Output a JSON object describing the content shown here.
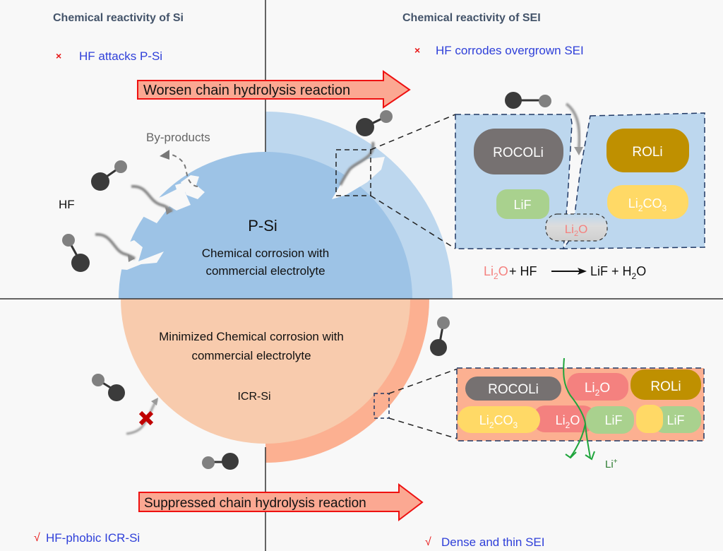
{
  "quadrants": {
    "top_left_title": "Chemical reactivity of Si",
    "top_right_title": "Chemical reactivity of SEI",
    "top_left_point": {
      "mark": "×",
      "text": "HF attacks P-Si"
    },
    "top_right_point": {
      "mark": "×",
      "text": "HF corrodes overgrown SEI"
    },
    "bottom_left_point": {
      "mark": "√",
      "text": "HF-phobic ICR-Si"
    },
    "bottom_right_point": {
      "mark": "√",
      "text": "Dense and thin SEI"
    }
  },
  "arrows": {
    "top": "Worsen chain hydrolysis reaction",
    "bottom": "Suppressed chain hydrolysis reaction"
  },
  "top_particle": {
    "name": "P-Si",
    "description_line1": "Chemical corrosion with",
    "description_line2": "commercial electrolyte",
    "hf_label": "HF",
    "byproducts_label": "By-products"
  },
  "bottom_particle": {
    "name": "ICR-Si",
    "description_line1": "Minimized Chemical corrosion with",
    "description_line2": "commercial electrolyte"
  },
  "sei_top": {
    "components": {
      "rocoli": "ROCOLi",
      "roli": "ROLi",
      "lif": "LiF",
      "li2co3": {
        "base": "Li",
        "sub1": "2",
        "mid": "CO",
        "sub2": "3"
      },
      "li2o": {
        "base": "Li",
        "sub": "2",
        "end": "O"
      }
    },
    "equation": {
      "reactant1": {
        "base": "Li",
        "sub": "2",
        "end": "O"
      },
      "plus1": " + HF",
      "product1": "LiF + H",
      "product_sub": "2",
      "product_end": "O"
    }
  },
  "sei_bottom": {
    "row1": [
      "ROCOLi",
      "Li2O",
      "ROLi"
    ],
    "row2": [
      "Li2CO3",
      "Li2O",
      "LiF",
      "LiF"
    ],
    "ion_label": "Li",
    "ion_charge": "+"
  },
  "colors": {
    "title": "#44546a",
    "point_text": "#2e3fd9",
    "mark": "#e81818",
    "arrow_fill": "#fba892",
    "arrow_stroke": "#ee1111",
    "psi_core": "#9dc3e6",
    "psi_shell": "#bdd7ee",
    "icr_core": "#f8cbad",
    "icr_shell": "#fcb091",
    "rocoli": "#767171",
    "roli": "#bf9000",
    "lif": "#a9d18e",
    "li2co3": "#ffd966",
    "li2o": "#f4817f",
    "li_ion": "#1fa53c"
  }
}
